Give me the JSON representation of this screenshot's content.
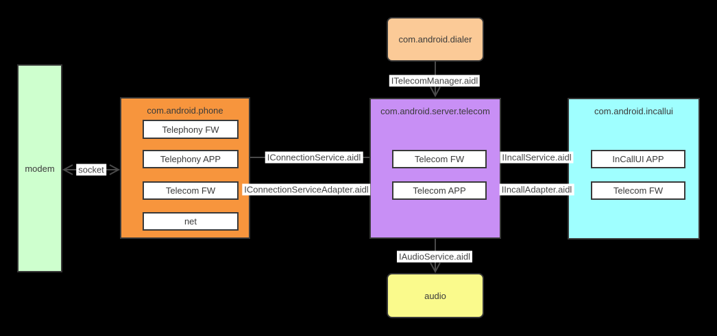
{
  "canvas": {
    "background": "#000000",
    "border_color": "#383838",
    "arrow_color": "#4a4a4a",
    "label_bg": "#ffffff"
  },
  "nodes": {
    "modem": {
      "label": "modem",
      "fill": "#CEFFCE"
    },
    "dialer": {
      "label": "com.android.dialer",
      "fill": "#FBCA97"
    },
    "phone": {
      "title": "com.android.phone",
      "fill": "#F7953D",
      "children": [
        "Telephony FW",
        "Telephony APP",
        "Telecom FW",
        "net"
      ]
    },
    "telecom": {
      "title": "com.android.server.telecom",
      "fill": "#C88FF5",
      "children": [
        "Telecom FW",
        "Telecom APP"
      ]
    },
    "incallui": {
      "title": "com.android.incallui",
      "fill": "#9FFFFF",
      "children": [
        "InCallUI APP",
        "Telecom FW"
      ]
    },
    "audio": {
      "label": "audio",
      "fill": "#FAFA8C"
    }
  },
  "edges": [
    {
      "label": "socket",
      "from": "modem",
      "to": "com.android.phone",
      "direction": "both"
    },
    {
      "label": "ITelecomManager.aidl",
      "from": "com.android.dialer",
      "to": "com.android.server.telecom",
      "direction": "down"
    },
    {
      "label": "IConnectionService.aidl",
      "from": "Telecom FW (telecom)",
      "to": "Telephony APP (phone)",
      "direction": "left"
    },
    {
      "label": "IConnectionServiceAdapter.aidl",
      "from": "Telecom FW (phone)",
      "to": "Telecom APP (telecom)",
      "direction": "right"
    },
    {
      "label": "IIncallService.aidl",
      "from": "Telecom FW (telecom)",
      "to": "InCallUI APP (incallui)",
      "direction": "right"
    },
    {
      "label": "IIncallAdapter.aidl",
      "from": "Telecom FW (incallui)",
      "to": "Telecom APP (telecom)",
      "direction": "left"
    },
    {
      "label": "IAudioService.aidl",
      "from": "com.android.server.telecom",
      "to": "audio",
      "direction": "down"
    }
  ]
}
